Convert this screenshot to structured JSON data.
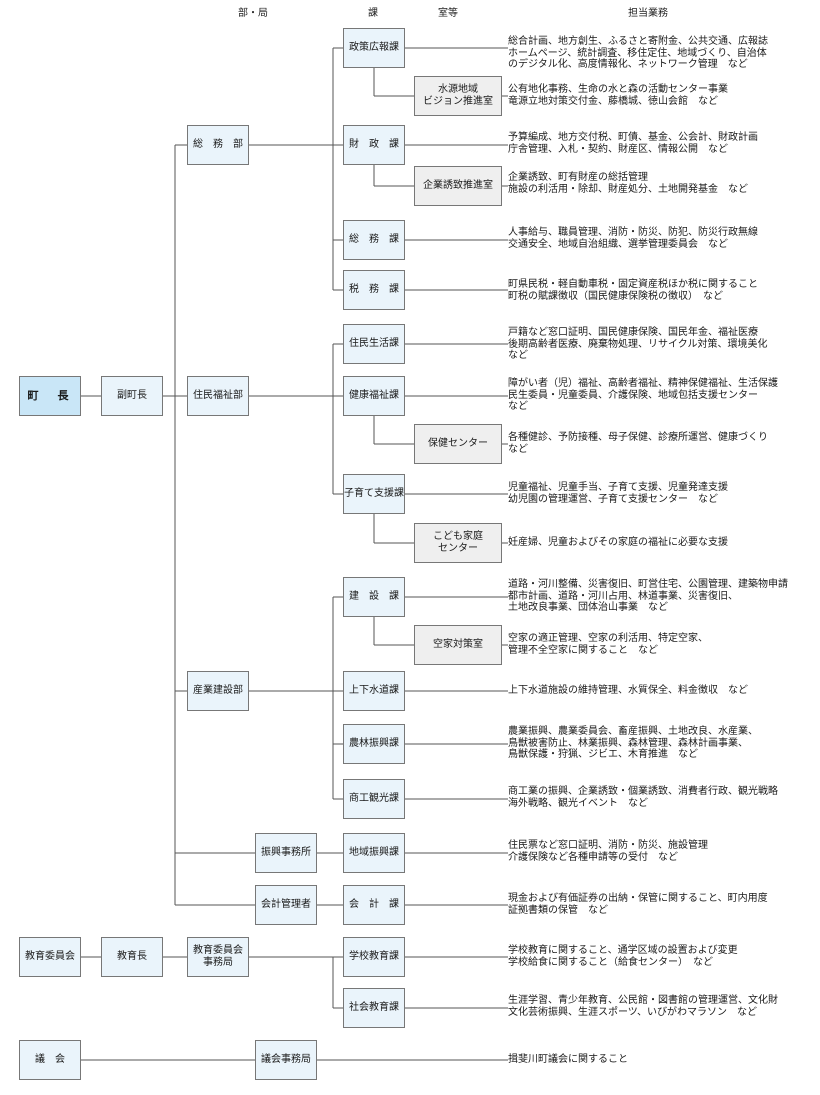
{
  "headers": {
    "bu": "部・局",
    "ka": "課",
    "shitsu": "室等",
    "tanto": "担当業務"
  },
  "nodes": {
    "chocho": "町　長",
    "fukuchocho": "副町長",
    "somubu": "総　務　部",
    "juminfukushibu": "住民福祉部",
    "sangyokensetsubu": "産業建設部",
    "shinkojimusho": "振興事務所",
    "kaikeikanrisha": "会計管理者",
    "kyoikuiinkai": "教育委員会",
    "kyoikucho": "教育長",
    "kyoikujimukyoku": "教育委員会\n事務局",
    "gikai": "議　会",
    "gikaijimukyoku": "議会事務局",
    "seisakukoho": "政策広報課",
    "suigen": "水源地域\nビジョン推進室",
    "zaisei": "財　政　課",
    "kigyoyuchi": "企業誘致推進室",
    "somuka": "総　務　課",
    "zeimu": "税　務　課",
    "juminseikatsu": "住民生活課",
    "kenkofukushi": "健康福祉課",
    "hoken": "保健センター",
    "kosodate": "子育て支援課",
    "kodomo": "こども家庭\nセンター",
    "kensetsu": "建　設　課",
    "akiya": "空家対策室",
    "jogesuido": "上下水道課",
    "norin": "農林振興課",
    "shoko": "商工観光課",
    "chiikishinko": "地域振興課",
    "kaikei": "会　計　課",
    "gakko": "学校教育課",
    "shakai": "社会教育課"
  },
  "duties": {
    "seisakukoho": [
      "総合計画、地方創生、ふるさと寄附金、公共交通、広報誌",
      "ホームページ、統計調査、移住定住、地域づくり、自治体",
      "のデジタル化、高度情報化、ネットワーク管理　など"
    ],
    "suigen": [
      "公有地化事務、生命の水と森の活動センター事業",
      "竜源立地対策交付金、藤橋城、徳山会館　など"
    ],
    "zaisei": [
      "予算編成、地方交付税、町債、基金、公会計、財政計画",
      "庁舎管理、入札・契約、財産区、情報公開　など"
    ],
    "kigyoyuchi": [
      "企業誘致、町有財産の総括管理",
      "施設の利活用・除却、財産処分、土地開発基金　など"
    ],
    "somuka": [
      "人事給与、職員管理、消防・防災、防犯、防災行政無線",
      "交通安全、地域自治組織、選挙管理委員会　など"
    ],
    "zeimu": [
      "町県民税・軽自動車税・固定資産税ほか税に関すること",
      "町税の賦課徴収（国民健康保険税の徴収）　など"
    ],
    "juminseikatsu": [
      "戸籍など窓口証明、国民健康保険、国民年金、福祉医療",
      "後期高齢者医療、廃棄物処理、リサイクル対策、環境美化",
      "など"
    ],
    "kenkofukushi": [
      "障がい者（児）福祉、高齢者福祉、精神保健福祉、生活保護",
      "民生委員・児童委員、介護保険、地域包括支援センター",
      "など"
    ],
    "hoken": [
      "各種健診、予防接種、母子保健、診療所運営、健康づくり",
      "など"
    ],
    "kosodate": [
      "児童福祉、児童手当、子育て支援、児童発達支援",
      "幼児園の管理運営、子育て支援センター　など"
    ],
    "kodomo": [
      "妊産婦、児童およびその家庭の福祉に必要な支援"
    ],
    "kensetsu": [
      "道路・河川整備、災害復旧、町営住宅、公園管理、建築物申請",
      "都市計画、道路・河川占用、林道事業、災害復旧、",
      "土地改良事業、団体治山事業　など"
    ],
    "akiya": [
      "空家の適正管理、空家の利活用、特定空家、",
      "管理不全空家に関すること　など"
    ],
    "jogesuido": [
      "上下水道施設の維持管理、水質保全、料金徴収　など"
    ],
    "norin": [
      "農業振興、農業委員会、畜産振興、土地改良、水産業、",
      "鳥獣被害防止、林業振興、森林管理、森林計画事業、",
      "鳥獣保護・狩猟、ジビエ、木育推進　など"
    ],
    "shoko": [
      "商工業の振興、企業誘致・個業誘致、消費者行政、観光戦略",
      "海外戦略、観光イベント　など"
    ],
    "chiikishinko": [
      "住民票など窓口証明、消防・防災、施設管理",
      "介護保険など各種申請等の受付　など"
    ],
    "kaikei": [
      "現金および有価証券の出納・保管に関すること、町内用度",
      "証拠書類の保管　など"
    ],
    "gakko": [
      "学校教育に関すること、通学区域の設置および変更",
      "学校給食に関すること（給食センター）　など"
    ],
    "shakai": [
      "生涯学習、青少年教育、公民館・図書館の管理運営、文化財",
      "文化芸術振興、生涯スポーツ、いびがわマラソン　など"
    ],
    "gikaijimukyoku": [
      "揖斐川町議会に関すること"
    ]
  }
}
